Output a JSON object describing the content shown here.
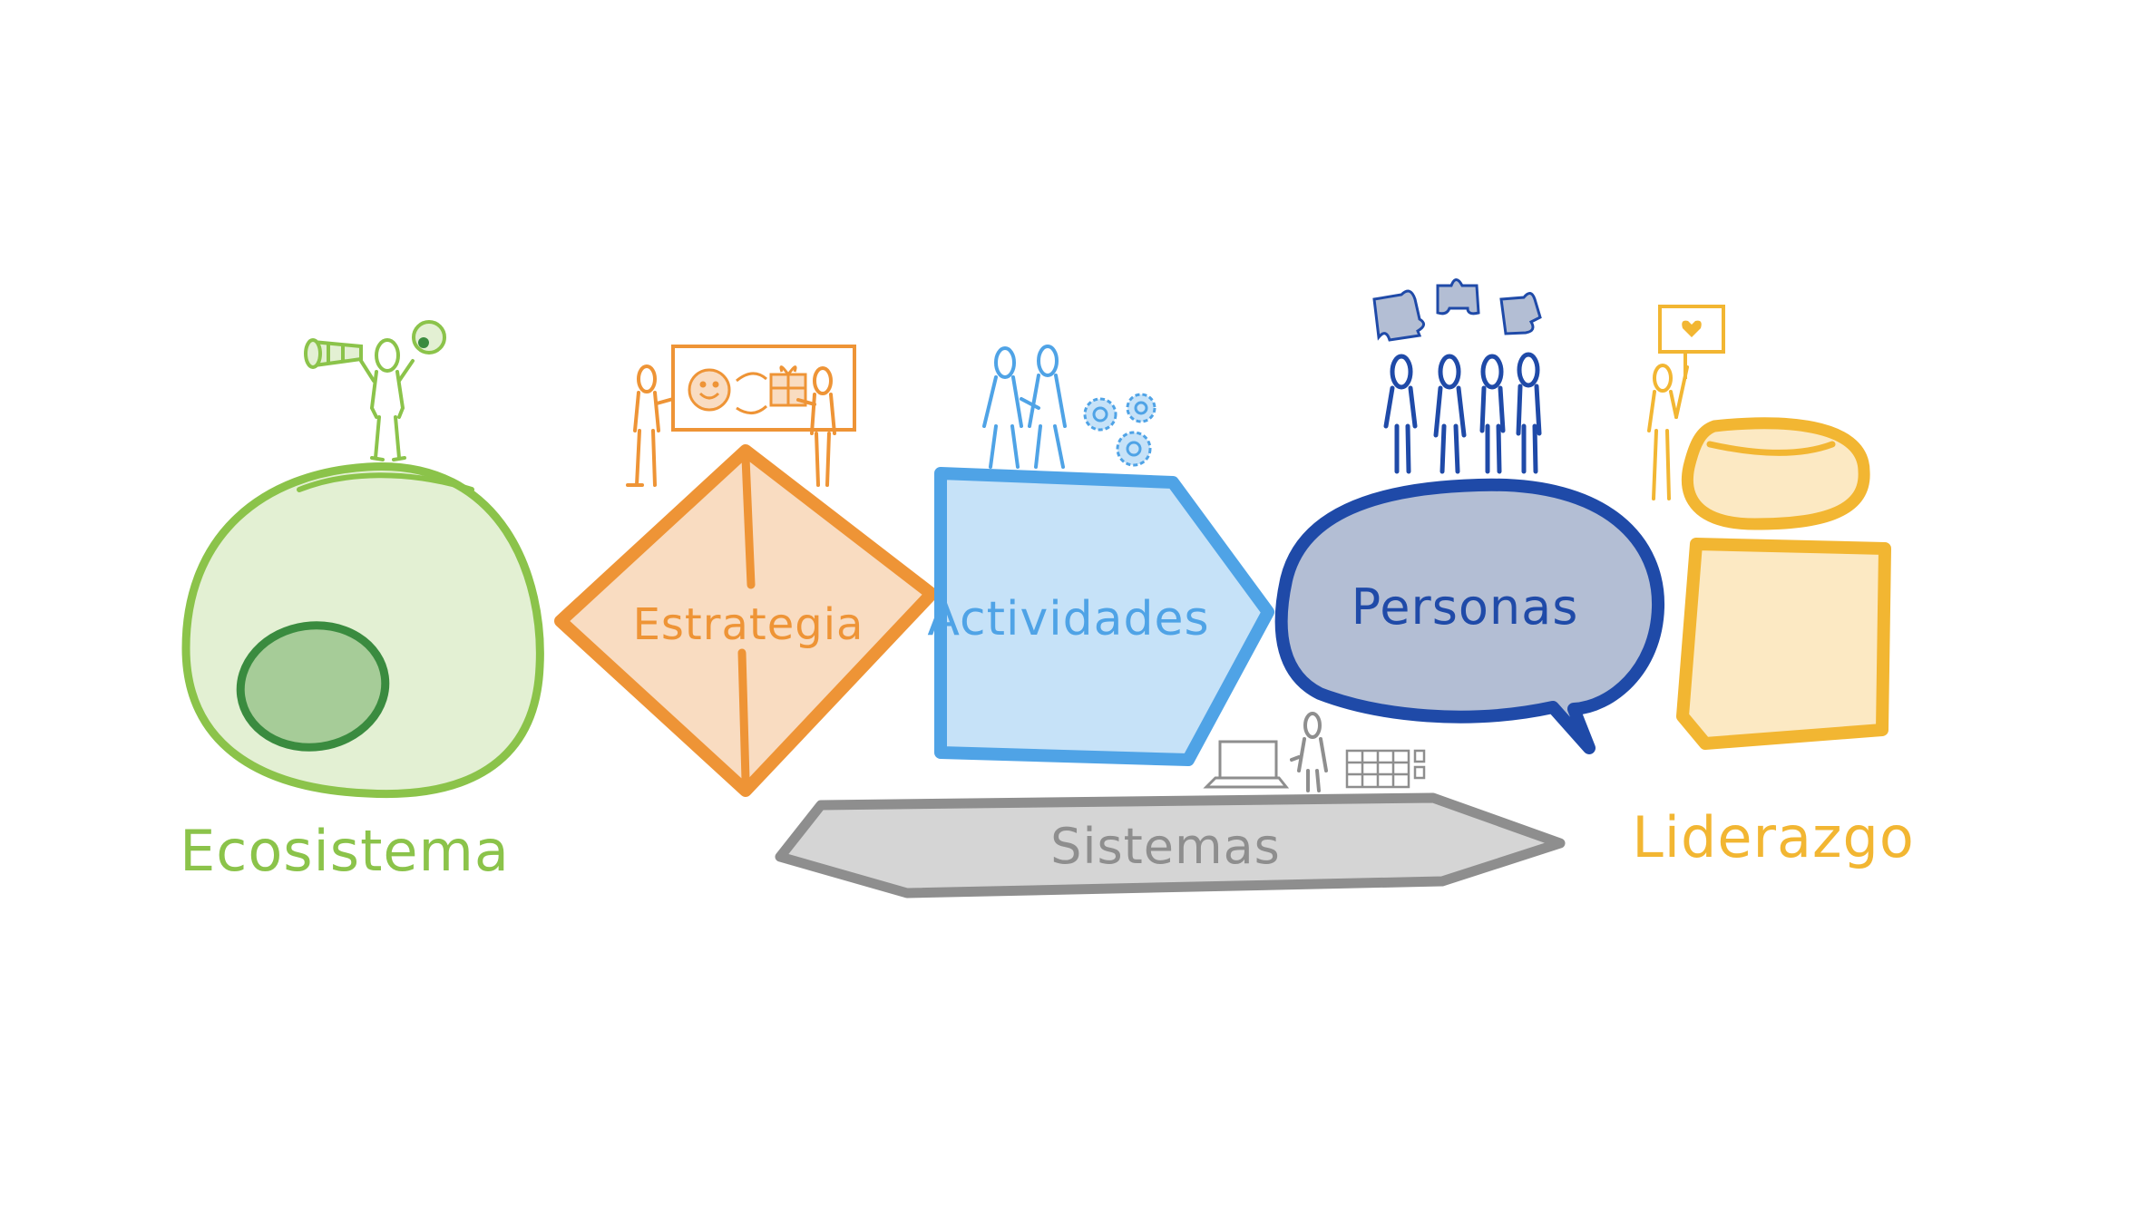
{
  "diagram": {
    "colors": {
      "green_stroke": "#8BC34A",
      "green_fill": "#E3F0D3",
      "green_dark": "#3A8B3F",
      "green_core": "#A6CC98",
      "orange_stroke": "#EE9436",
      "orange_fill": "#F9DCC1",
      "blue_stroke": "#4FA3E6",
      "blue_fill": "#C6E2F8",
      "navy_stroke": "#1F4AA8",
      "navy_fill": "#B3BED4",
      "gray_stroke": "#8E8E8E",
      "gray_fill": "#D5D5D5",
      "yellow_stroke": "#F2B632",
      "yellow_fill": "#FCE9C3"
    },
    "ecosistema": {
      "label": "Ecosistema",
      "icons": [
        "person-icon",
        "telescope-icon",
        "planet-icon"
      ]
    },
    "estrategia": {
      "label": "Estrategia",
      "icons": [
        "person-icon",
        "whiteboard-icon",
        "smiley-icon",
        "gift-icon"
      ]
    },
    "actividades": {
      "label": "Actividades",
      "icons": [
        "person-icon",
        "gears-icon"
      ]
    },
    "personas": {
      "label": "Personas",
      "icons": [
        "person-icon",
        "puzzle-icon"
      ]
    },
    "sistemas": {
      "label": "Sistemas",
      "icons": [
        "laptop-icon",
        "person-icon",
        "keyboard-icon"
      ]
    },
    "liderazgo": {
      "label": "Liderazgo",
      "icons": [
        "person-icon",
        "heart-sign-icon"
      ]
    }
  }
}
